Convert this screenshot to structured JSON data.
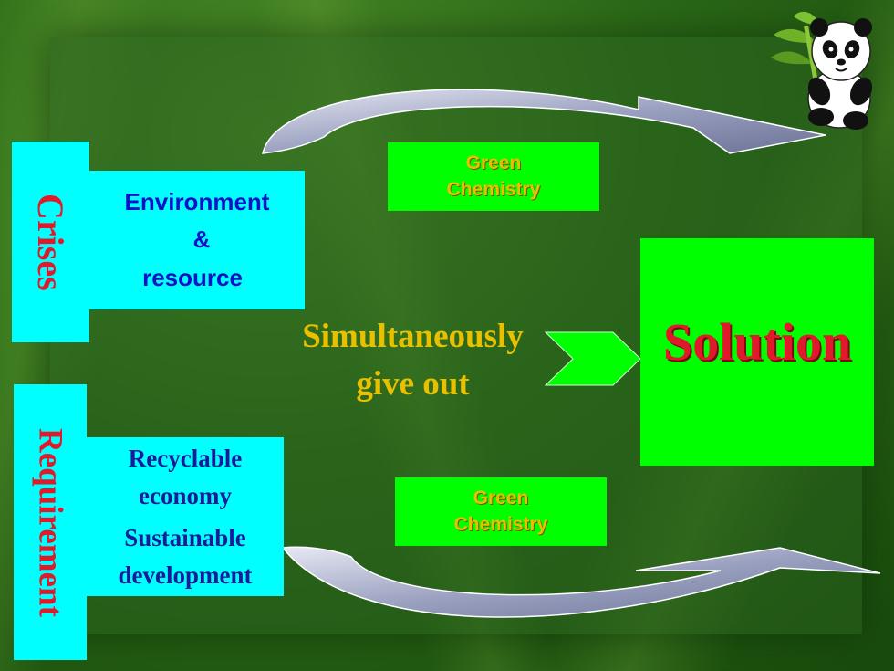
{
  "crises": {
    "label": "Crises",
    "line1": "Environment",
    "line2": "&",
    "line3": "resource"
  },
  "requirement": {
    "label": "Requirement",
    "line1": "Recyclable",
    "line2": "economy",
    "line3": "Sustainable",
    "line4": "development"
  },
  "green_top": {
    "line1": "Green",
    "line2": "Chemistry"
  },
  "green_bottom": {
    "line1": "Green",
    "line2": "Chemistry"
  },
  "center": {
    "line1": "Simultaneously",
    "line2": "give out"
  },
  "solution": {
    "label": "Solution"
  },
  "colors": {
    "cyan": "#00ffff",
    "green": "#00ff00",
    "red": "#e01a2a",
    "gold": "#e8c000",
    "blue": "#1010c8",
    "navy": "#1a1a9a"
  }
}
